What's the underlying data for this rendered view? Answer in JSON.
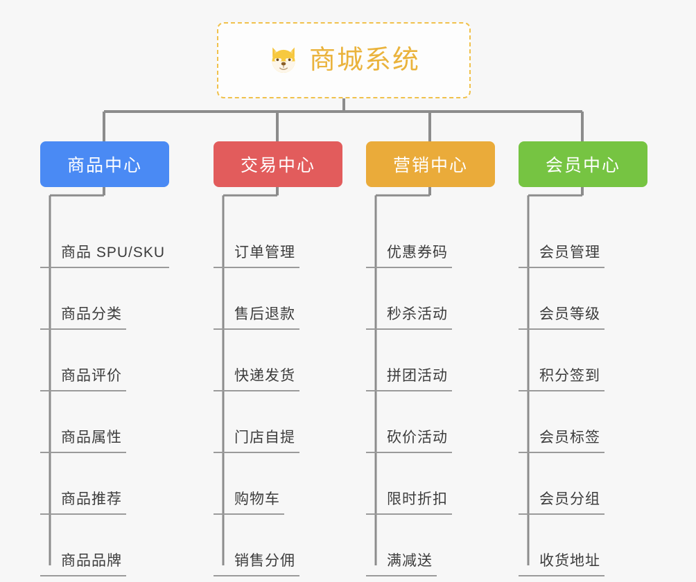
{
  "root": {
    "title": "商城系统",
    "icon": "shiba-dog-icon",
    "border_color": "#f0c14b",
    "text_color": "#eab33c"
  },
  "canvas": {
    "background": "#f7f7f7",
    "connector_color": "#8c8c8c"
  },
  "branches": [
    {
      "label": "商品中心",
      "color": "#4a8af4",
      "items": [
        "商品 SPU/SKU",
        "商品分类",
        "商品评价",
        "商品属性",
        "商品推荐",
        "商品品牌"
      ]
    },
    {
      "label": "交易中心",
      "color": "#e25c5c",
      "items": [
        "订单管理",
        "售后退款",
        "快递发货",
        "门店自提",
        "购物车",
        "销售分佣"
      ]
    },
    {
      "label": "营销中心",
      "color": "#eaab3a",
      "items": [
        "优惠券码",
        "秒杀活动",
        "拼团活动",
        "砍价活动",
        "限时折扣",
        "满减送"
      ]
    },
    {
      "label": "会员中心",
      "color": "#76c442",
      "items": [
        "会员管理",
        "会员等级",
        "积分签到",
        "会员标签",
        "会员分组",
        "收货地址"
      ]
    }
  ]
}
